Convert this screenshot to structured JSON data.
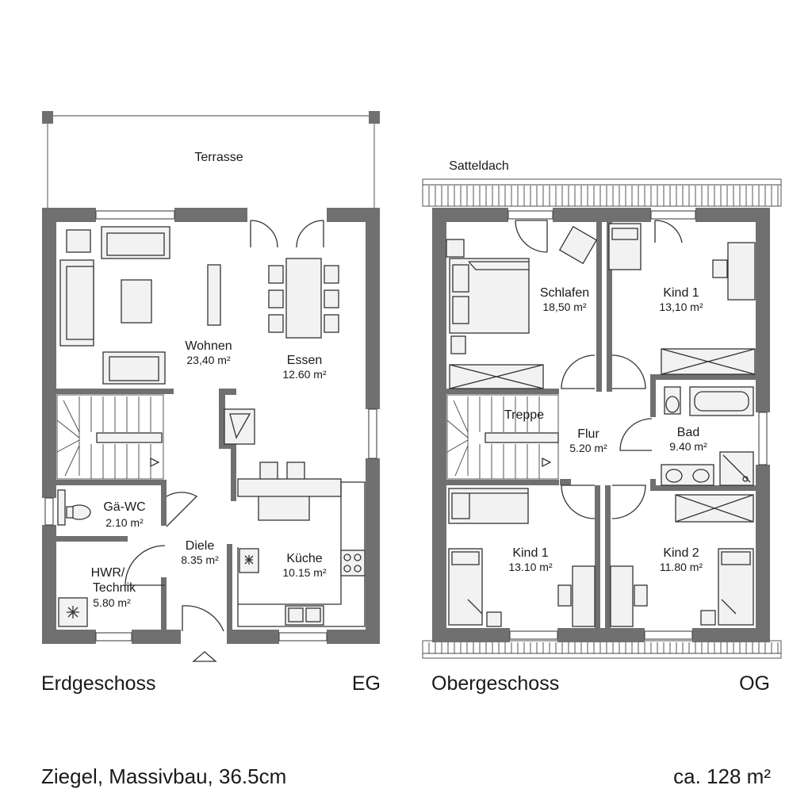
{
  "ground_floor": {
    "title": "Erdgeschoss",
    "code": "EG",
    "terrace": "Terrasse",
    "rooms": [
      {
        "name": "Wohnen",
        "area": "23,40 m²"
      },
      {
        "name": "Essen",
        "area": "12.60 m²"
      },
      {
        "name": "Gä-WC",
        "area": "2.10 m²"
      },
      {
        "name": "Diele",
        "area": "8.35 m²"
      },
      {
        "name": "Küche",
        "area": "10.15 m²"
      },
      {
        "name": "HWR/",
        "name2": "Technik",
        "area": "5.80 m²"
      }
    ]
  },
  "upper_floor": {
    "title": "Obergeschoss",
    "code": "OG",
    "roof": "Satteldach",
    "stair": "Treppe",
    "rooms": [
      {
        "name": "Schlafen",
        "area": "18,50 m²"
      },
      {
        "name": "Kind 1",
        "area": "13,10 m²"
      },
      {
        "name": "Flur",
        "area": "5.20 m²"
      },
      {
        "name": "Bad",
        "area": "9.40 m²"
      },
      {
        "name": "Kind 1",
        "area": "13.10 m²"
      },
      {
        "name": "Kind 2",
        "area": "11.80 m²"
      }
    ]
  },
  "footer": {
    "construction": "Ziegel, Massivbau, 36.5cm",
    "total_area": "ca. 128 m²"
  }
}
